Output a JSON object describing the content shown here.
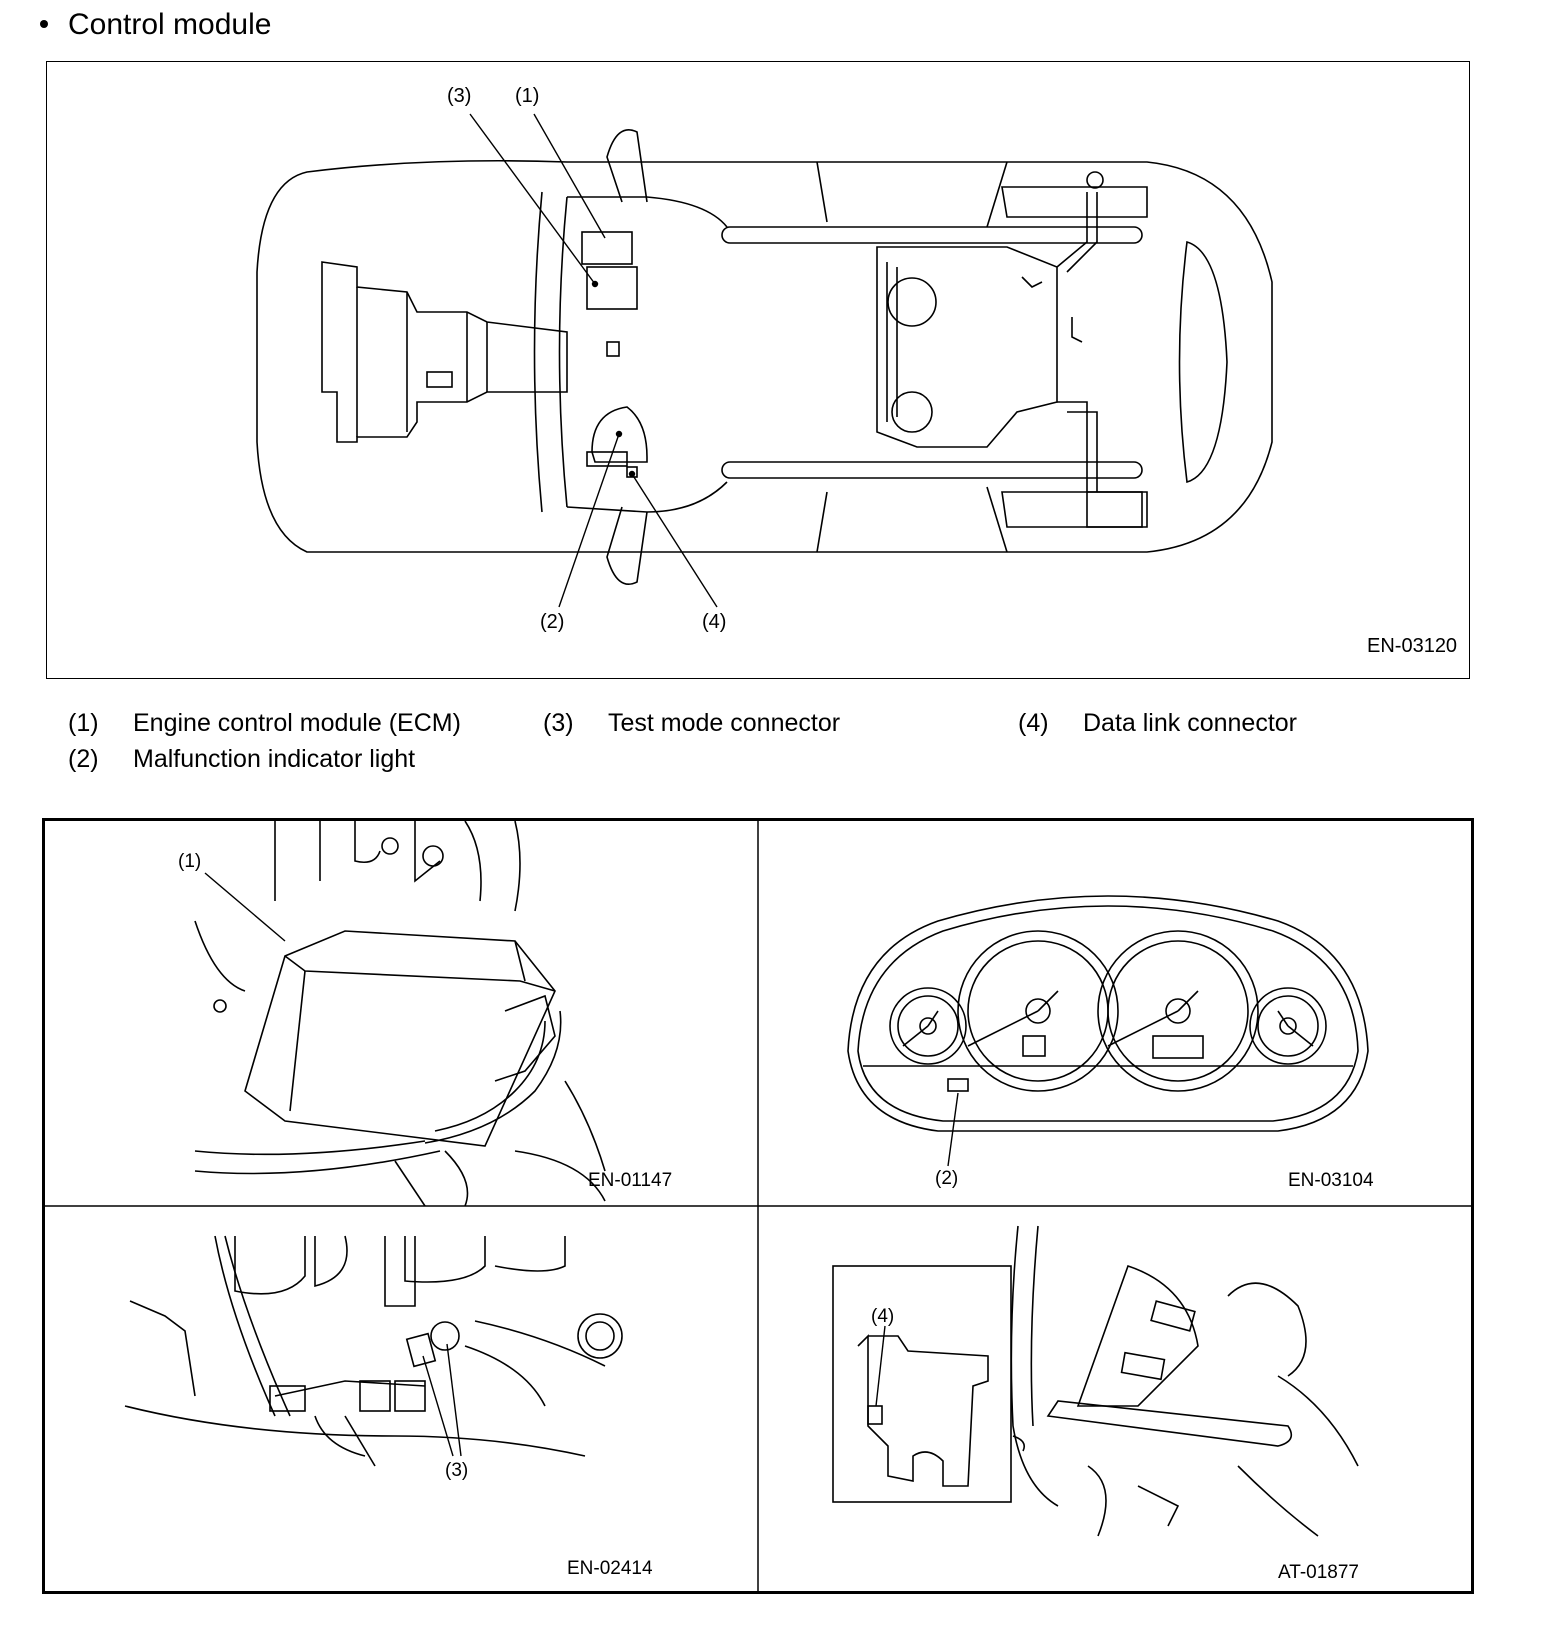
{
  "section": {
    "bullet": "•",
    "title": "Control module"
  },
  "main_figure": {
    "code": "EN-03120",
    "callouts": {
      "c1": "(1)",
      "c2": "(2)",
      "c3": "(3)",
      "c4": "(4)"
    }
  },
  "legend": {
    "items": [
      {
        "num": "(1)",
        "label": "Engine control module (ECM)"
      },
      {
        "num": "(2)",
        "label": "Malfunction indicator light"
      },
      {
        "num": "(3)",
        "label": "Test mode connector"
      },
      {
        "num": "(4)",
        "label": "Data link connector"
      }
    ]
  },
  "panels": {
    "ecm": {
      "code": "EN-01147",
      "callout": "(1)"
    },
    "cluster": {
      "code": "EN-03104",
      "callout": "(2)"
    },
    "test_connector": {
      "code": "EN-02414",
      "callout": "(3)"
    },
    "data_link": {
      "code": "AT-01877",
      "callout": "(4)"
    }
  }
}
